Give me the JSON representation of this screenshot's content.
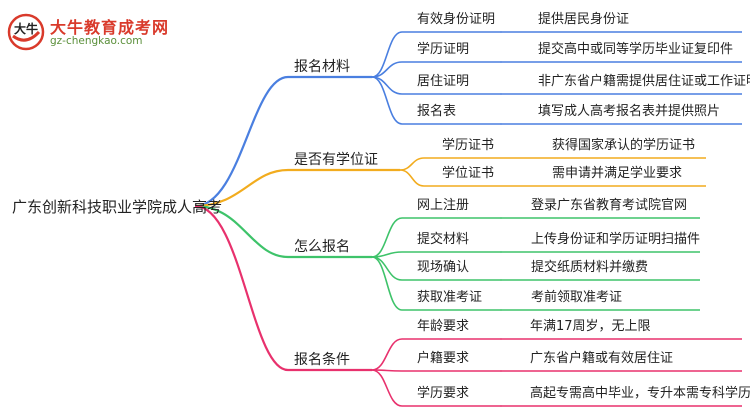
{
  "logo": {
    "title": "大牛教育成考网",
    "url": "gz-chengkao.com",
    "mark_text": "大牛"
  },
  "root": {
    "label": "广东创新科技职业学院成人高考"
  },
  "branches": [
    {
      "label": "报名材料",
      "color": "#4a7fe0",
      "items": [
        {
          "left": "有效身份证明",
          "right": "提供居民身份证"
        },
        {
          "left": "学历证明",
          "right": "提交高中或同等学历毕业证复印件"
        },
        {
          "left": "居住证明",
          "right": "非广东省户籍需提供居住证或工作证明"
        },
        {
          "left": "报名表",
          "right": "填写成人高考报名表并提供照片"
        }
      ]
    },
    {
      "label": "是否有学位证",
      "color": "#f2ac1e",
      "items": [
        {
          "left": "学历证书",
          "right": "获得国家承认的学历证书"
        },
        {
          "left": "学位证书",
          "right": "需申请并满足学业要求"
        }
      ]
    },
    {
      "label": "怎么报名",
      "color": "#3ec36a",
      "items": [
        {
          "left": "网上注册",
          "right": "登录广东省教育考试院官网"
        },
        {
          "left": "提交材料",
          "right": "上传身份证和学历证明扫描件"
        },
        {
          "left": "现场确认",
          "right": "提交纸质材料并缴费"
        },
        {
          "left": "获取准考证",
          "right": "考前领取准考证"
        }
      ]
    },
    {
      "label": "报名条件",
      "color": "#e8316d",
      "items": [
        {
          "left": "年龄要求",
          "right": "年满17周岁，无上限"
        },
        {
          "left": "户籍要求",
          "right": "广东省户籍或有效居住证"
        },
        {
          "left": "学历要求",
          "right": "高起专需高中毕业，专升本需专科学历"
        }
      ]
    }
  ]
}
